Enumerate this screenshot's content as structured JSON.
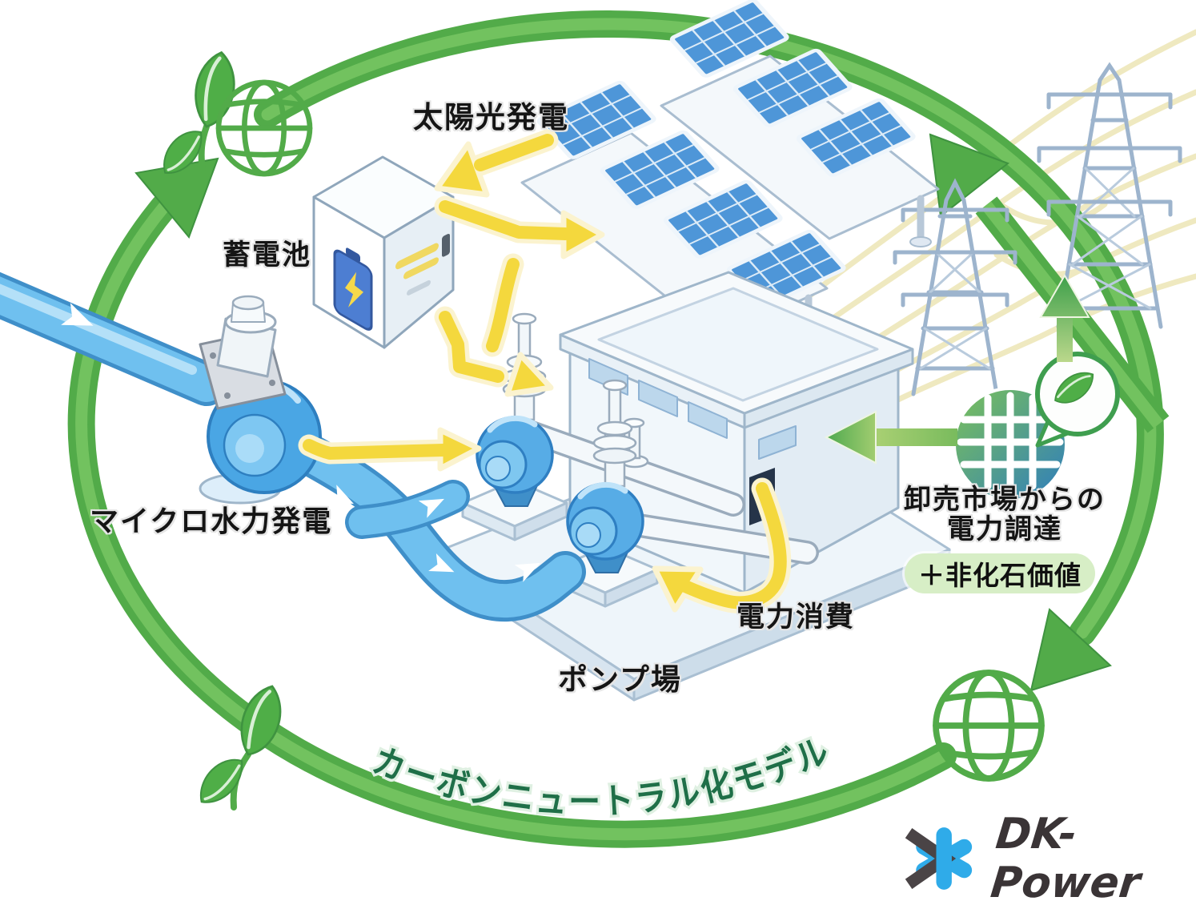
{
  "diagram_title": "カーボンニュートラル化モデル",
  "labels": {
    "solar": "太陽光発電",
    "battery": "蓄電池",
    "hydro": "マイクロ水力発電",
    "consumption": "電力消費",
    "pump_station": "ポンプ場",
    "market_line1": "卸売市場からの",
    "market_line2": "電力調達",
    "badge": "＋非化石価値",
    "cycle": "カーボンニュートラル化モデル",
    "logo": "DK-Power"
  },
  "icons": {
    "globe_top_left": "eco-globe-icon",
    "sprout_top_left": "leaf-sprout-icon",
    "sprout_bottom_left": "leaf-sprout-icon",
    "globe_bottom_right": "eco-globe-icon",
    "solar_array": "solar-panel-icon",
    "battery_unit": "battery-storage-icon",
    "hydro_turbine": "micro-hydro-turbine-icon",
    "pump_house": "pump-station-building-icon",
    "grid_market": "grid-market-icon",
    "leaf_bubble": "green-leaf-bubble-icon",
    "transmission": "transmission-tower-icon",
    "logo_mark": "dk-power-asterisk-icon"
  },
  "colors": {
    "cycle_green": "#52ab49",
    "cycle_green_light": "#72c25f",
    "arrow_yellow": "#f4d83d",
    "arrow_cream": "#fbf3cf",
    "water_blue": "#6fc0ef",
    "panel_blue": "#4e96d8",
    "badge_bg": "#d7eec6",
    "text_dark": "#151515",
    "cycle_text_green": "#1f6f48",
    "logo_blue": "#2fabe9",
    "logo_dark": "#3a3436",
    "wire_yellow": "#efe8bd"
  }
}
